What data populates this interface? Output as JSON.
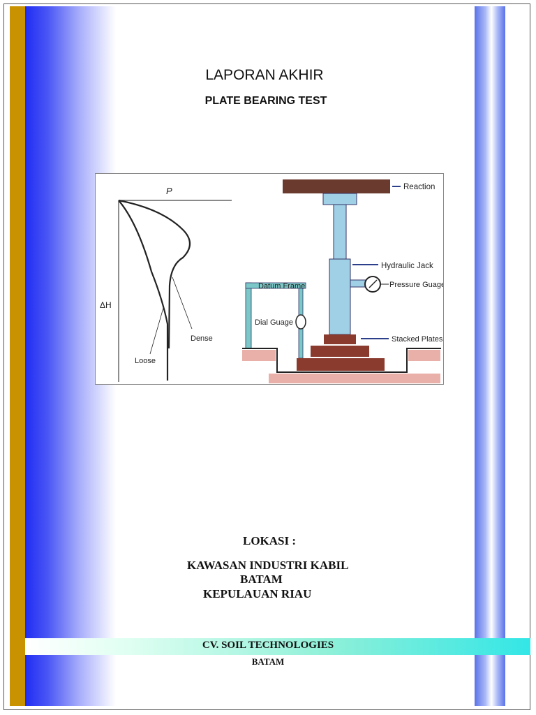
{
  "report": {
    "title": "LAPORAN AKHIR",
    "subtitle": "PLATE BEARING TEST"
  },
  "figure": {
    "graph": {
      "p_label": "P",
      "dh_label": "ΔH",
      "loose_label": "Loose",
      "dense_label": "Dense"
    },
    "apparatus": {
      "reaction_label": "Reaction",
      "hydraulic_jack_label": "Hydraulic Jack",
      "pressure_guage_label": "Pressure Guage",
      "datum_frame_label": "Datum Frame",
      "dial_guage_label": "Dial Guage",
      "stacked_plates_label": "Stacked Plates"
    }
  },
  "location": {
    "label": "LOKASI :",
    "line1": "KAWASAN INDUSTRI KABIL",
    "line2": "BATAM",
    "line3": "KEPULAUAN RIAU"
  },
  "company": {
    "name": "CV. SOIL TECHNOLOGIES",
    "city": "BATAM"
  },
  "colors": {
    "gold_bar": "#c89200",
    "blue_gradient": "#1f2df2",
    "cyan_band": "#33e6e6",
    "reaction_beam": "#6b3a2e",
    "jack": "#9fd0e6",
    "plates": "#8a3b2e",
    "soil": "#e8b0a8"
  }
}
